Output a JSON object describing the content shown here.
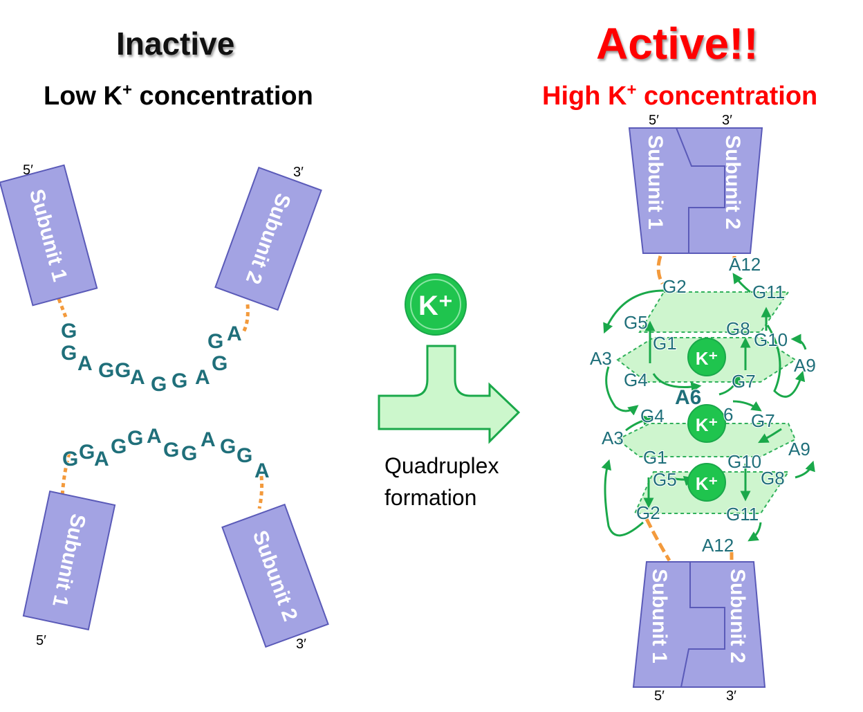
{
  "headings": {
    "inactive": "Inactive",
    "active": "Active!!",
    "low_k_prefix": "Low K",
    "low_k_suffix": " concentration",
    "high_k_prefix": "High K",
    "high_k_suffix": " concentration",
    "superscript": "+"
  },
  "center": {
    "ion_label": "K⁺",
    "arrow_label_line1": "Quadruplex",
    "arrow_label_line2": "formation"
  },
  "subunits": {
    "subunit_1": "Subunit 1",
    "subunit_2": "Subunit 2"
  },
  "ends": {
    "five_prime": "5′",
    "three_prime": "3′"
  },
  "sequences": {
    "upper_strand": [
      "G",
      "G",
      "A",
      "G",
      "G",
      "A",
      "G",
      "G",
      "A",
      "G",
      "G",
      "A"
    ],
    "lower_strand": [
      "G",
      "G",
      "A",
      "G",
      "G",
      "A",
      "G",
      "G",
      "A",
      "G",
      "G",
      "A"
    ]
  },
  "quadruplex": {
    "labels": {
      "G1": "G1",
      "G2": "G2",
      "A3": "A3",
      "G4": "G4",
      "G5": "G5",
      "A6": "A6",
      "G7": "G7",
      "G8": "G8",
      "A9": "A9",
      "G10": "G10",
      "G11": "G11",
      "A12": "A12",
      "A6_partial": "6"
    },
    "ion": "K⁺"
  },
  "colors": {
    "subunit_fill": "#a3a3e3",
    "subunit_stroke": "#5a5ab8",
    "linker": "#f39a3c",
    "arrow_fill": "#ccf7cc",
    "arrow_stroke": "#1aa84a",
    "ion_fill": "#1fc44e",
    "tetrad_fill": "#c9f5c9",
    "base_text": "#1f6f7a",
    "active_red": "#ff0000"
  }
}
